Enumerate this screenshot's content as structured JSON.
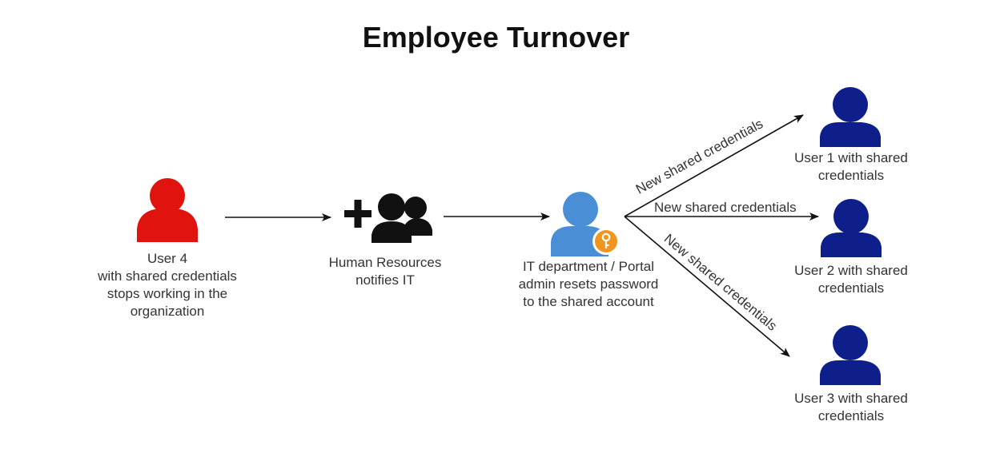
{
  "title": "Employee Turnover",
  "colors": {
    "departing_user": "#e0130f",
    "it_admin": "#4a8fd6",
    "key_badge": "#f0961e",
    "users": "#0e1f8c",
    "hr_icon": "#111111",
    "arrow": "#111111"
  },
  "nodes": {
    "user4": {
      "icon": "user-icon",
      "lines": [
        "User 4",
        "with shared credentials",
        "stops working in the",
        "organization"
      ]
    },
    "hr": {
      "icon": "add-group-icon",
      "lines": [
        "Human Resources",
        "notifies IT"
      ]
    },
    "it": {
      "icon": "user-key-icon",
      "lines": [
        "IT department / Portal",
        "admin resets password",
        "to the shared account"
      ]
    },
    "user1": {
      "icon": "user-icon",
      "lines": [
        "User 1 with shared",
        "credentials"
      ]
    },
    "user2": {
      "icon": "user-icon",
      "lines": [
        "User 2 with shared",
        "credentials"
      ]
    },
    "user3": {
      "icon": "user-icon",
      "lines": [
        "User 3 with shared",
        "credentials"
      ]
    }
  },
  "edges": {
    "to_user1": "New shared credentials",
    "to_user2": "New shared credentials",
    "to_user3": "New shared credentials"
  }
}
